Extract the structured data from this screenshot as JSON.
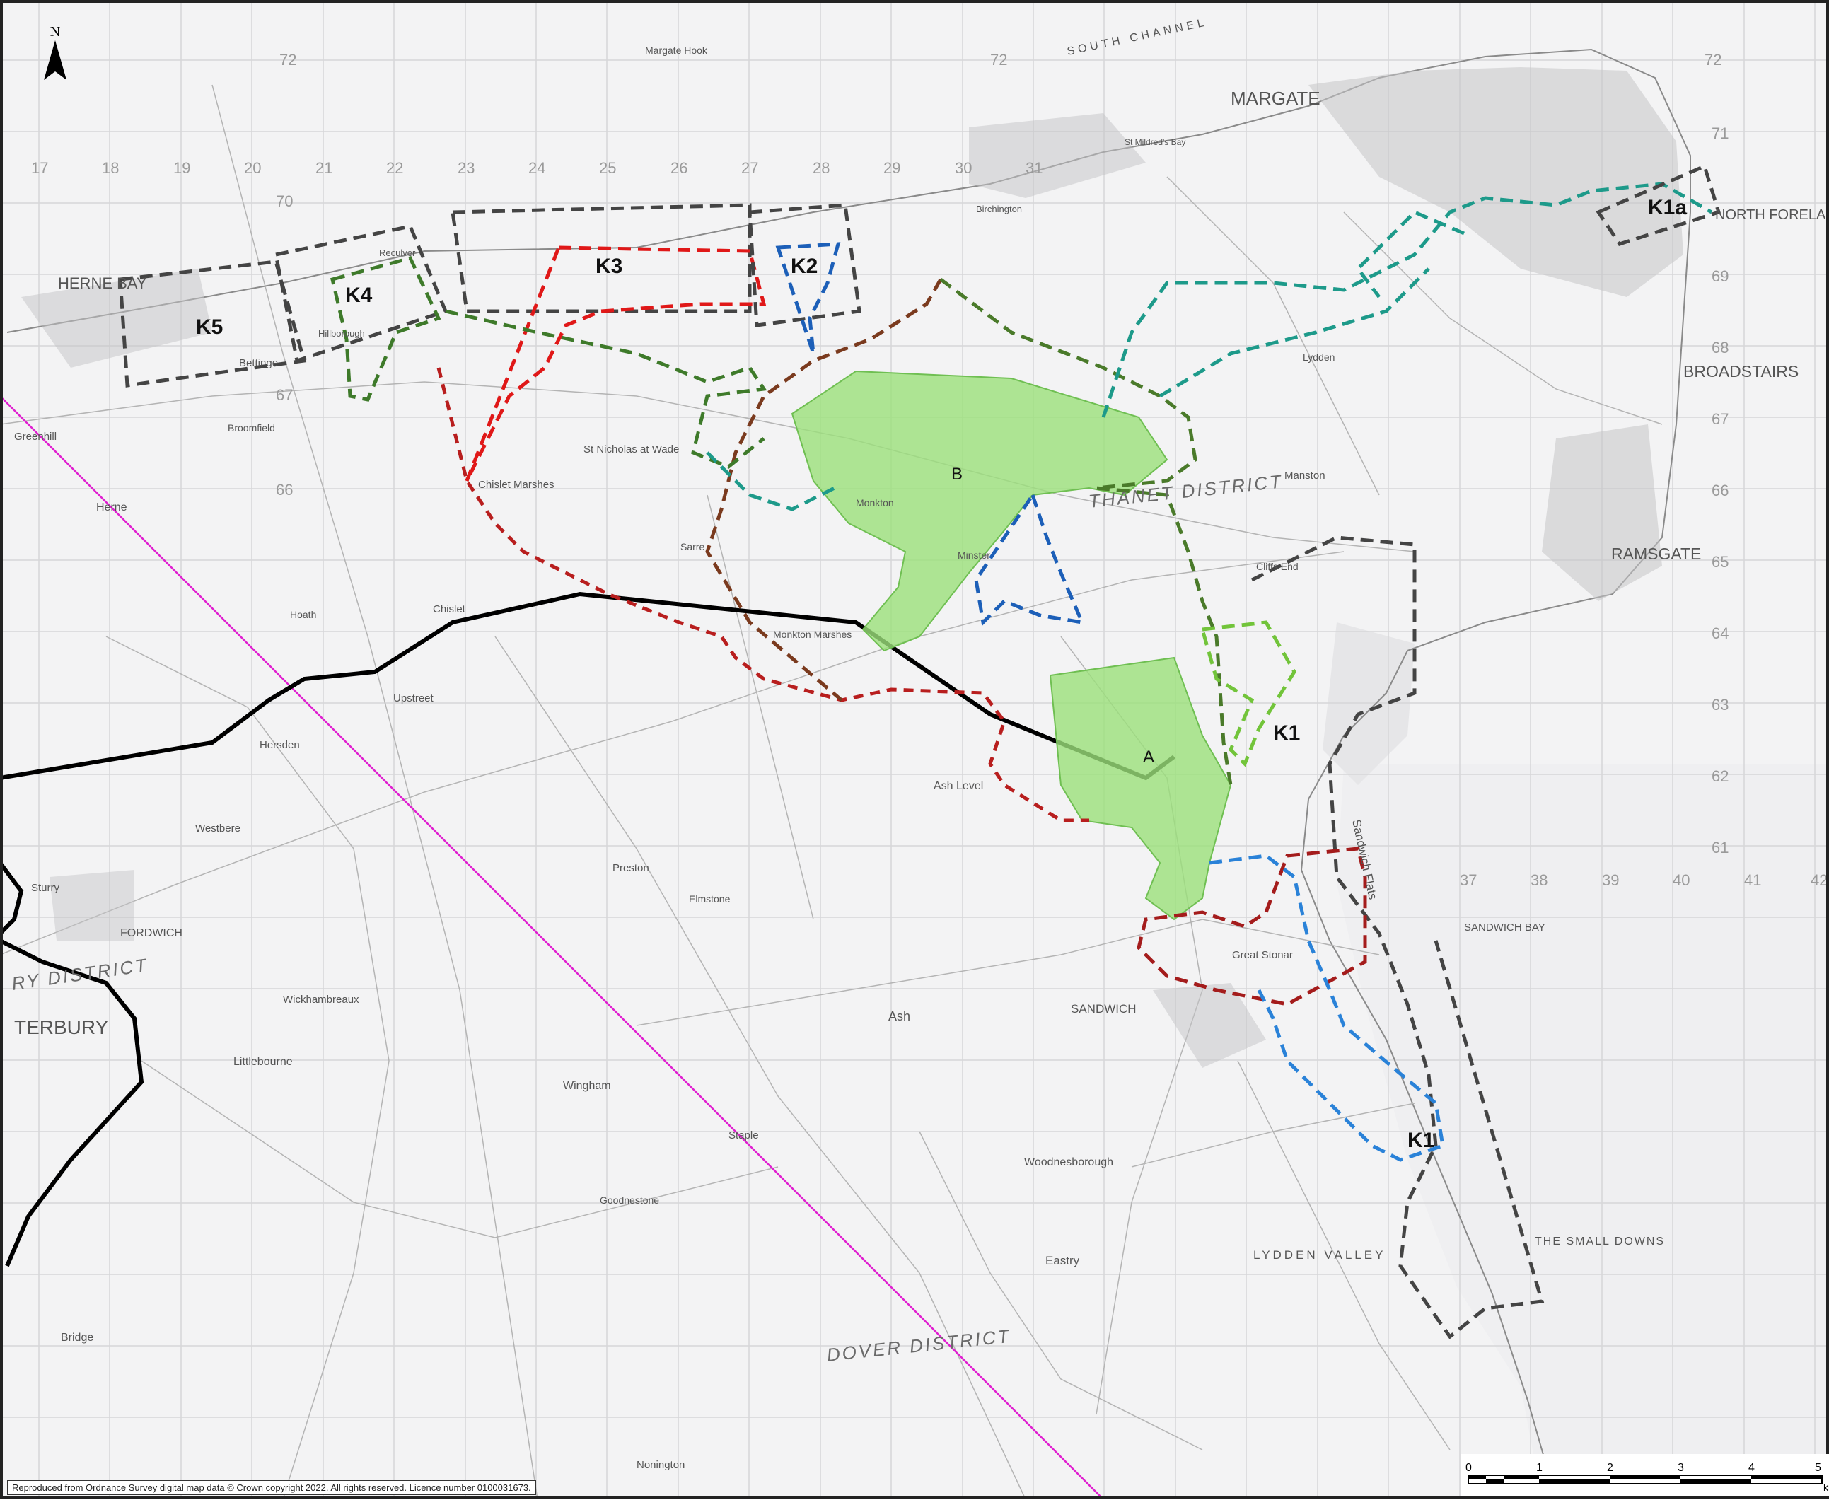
{
  "map": {
    "north_label": "N",
    "copyright": "Reproduced from Ordnance Survey digital map data © Crown copyright 2022. All rights reserved. Licence number 0100031673.",
    "scale": {
      "unit": "km",
      "ticks": [
        "0",
        "1",
        "2",
        "3",
        "4",
        "5"
      ]
    },
    "grid_top_labels": [
      "72",
      "72",
      "72"
    ],
    "grid_x_labels": [
      "17",
      "18",
      "19",
      "20",
      "21",
      "22",
      "23",
      "24",
      "25",
      "26",
      "27",
      "28",
      "29",
      "30",
      "31"
    ],
    "grid_y_labels": [
      "70",
      "69",
      "68",
      "67",
      "66",
      "65",
      "64",
      "63",
      "62",
      "61"
    ],
    "grid_x_labels_east": [
      "37",
      "38",
      "39",
      "40",
      "41",
      "42"
    ],
    "grid_y_labels_east": [
      "71",
      "69",
      "68",
      "67",
      "66",
      "65",
      "64",
      "63",
      "62",
      "61"
    ],
    "zones": {
      "k1a": "K1a",
      "k2": "K2",
      "k3": "K3",
      "k4": "K4",
      "k5": "K5",
      "k1_north": "K1",
      "k1_south": "K1",
      "area_a": "A",
      "area_b": "B"
    },
    "places": {
      "margate": "MARGATE",
      "north_foreland": "NORTH FORELAND",
      "broadstairs": "BROADSTAIRS",
      "ramsgate": "RAMSGATE",
      "herne_bay": "HERNE BAY",
      "margate_hook": "Margate Hook",
      "south_channel": "SOUTH CHANNEL",
      "sandwich": "SANDWICH",
      "sandwich_bay": "SANDWICH BAY",
      "sandwich_flats": "Sandwich Flats",
      "the_small_downs": "THE SMALL DOWNS",
      "lydden_valley": "LYDDEN VALLEY",
      "canterbury": "TERBURY",
      "canterbury_district": "RY DISTRICT",
      "thanet_district": "THANET DISTRICT",
      "dover_district": "DOVER DISTRICT",
      "st_nicholas": "St Nicholas at Wade",
      "chislet_marshes": "Chislet Marshes",
      "monkton_marshes": "Monkton Marshes",
      "ash_level": "Ash Level",
      "great_stonar": "Great Stonar",
      "wingham": "Wingham",
      "ash": "Ash",
      "eastry": "Eastry",
      "woodnesborough": "Woodnesborough",
      "preston": "Preston",
      "sturry": "Sturry",
      "fordwich": "FORDWICH",
      "westbere": "Westbere",
      "littlebourne": "Littlebourne",
      "wickhambreaux": "Wickhambreaux",
      "bridge": "Bridge",
      "nonington": "Nonington",
      "reculver": "Reculver",
      "minster": "Minster",
      "manston": "Manston",
      "cliffs_end": "Cliffs End",
      "sarre": "Sarre",
      "upstreet": "Upstreet",
      "hersden": "Hersden",
      "chislet": "Chislet",
      "hoath": "Hoath",
      "elmstone": "Elmstone",
      "staple": "Staple",
      "goodnestone": "Goodnestone",
      "lydden": "Lydden",
      "monkton": "Monkton",
      "bettinge": "Bettinge",
      "herne": "Herne",
      "greenhill": "Greenhill",
      "broomfield": "Broomfield",
      "hillborough": "Hillborough",
      "st_mildreds": "St Mildred's Bay",
      "birchington": "Birchington"
    }
  }
}
